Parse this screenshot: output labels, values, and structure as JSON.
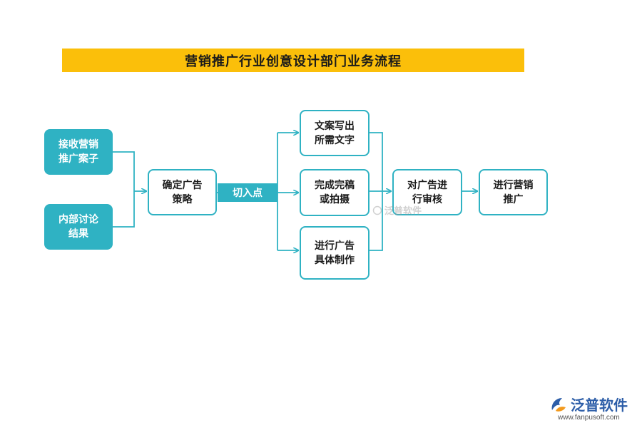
{
  "title": "营销推广行业创意设计部门业务流程",
  "nodes": {
    "receive_case": "接收营销\n推广案子",
    "internal_discussion": "内部讨论\n结果",
    "ad_strategy": "确定广告\n策略",
    "copywriting": "文案写出\n所需文字",
    "finish_draft": "完成完稿\n或拍摄",
    "ad_production": "进行广告\n具体制作",
    "ad_review": "对广告进\n行审核",
    "promotion": "进行营销\n推广"
  },
  "connector_label": "切入点",
  "watermark": {
    "center_text": "泛普软件",
    "brand": "泛普软件",
    "url": "www.fanpusoft.com"
  },
  "colors": {
    "accent": "#2fb2c3",
    "title_bar": "#fbbf0a",
    "brand": "#2d5ea8",
    "logo_orange": "#f39a1e"
  }
}
